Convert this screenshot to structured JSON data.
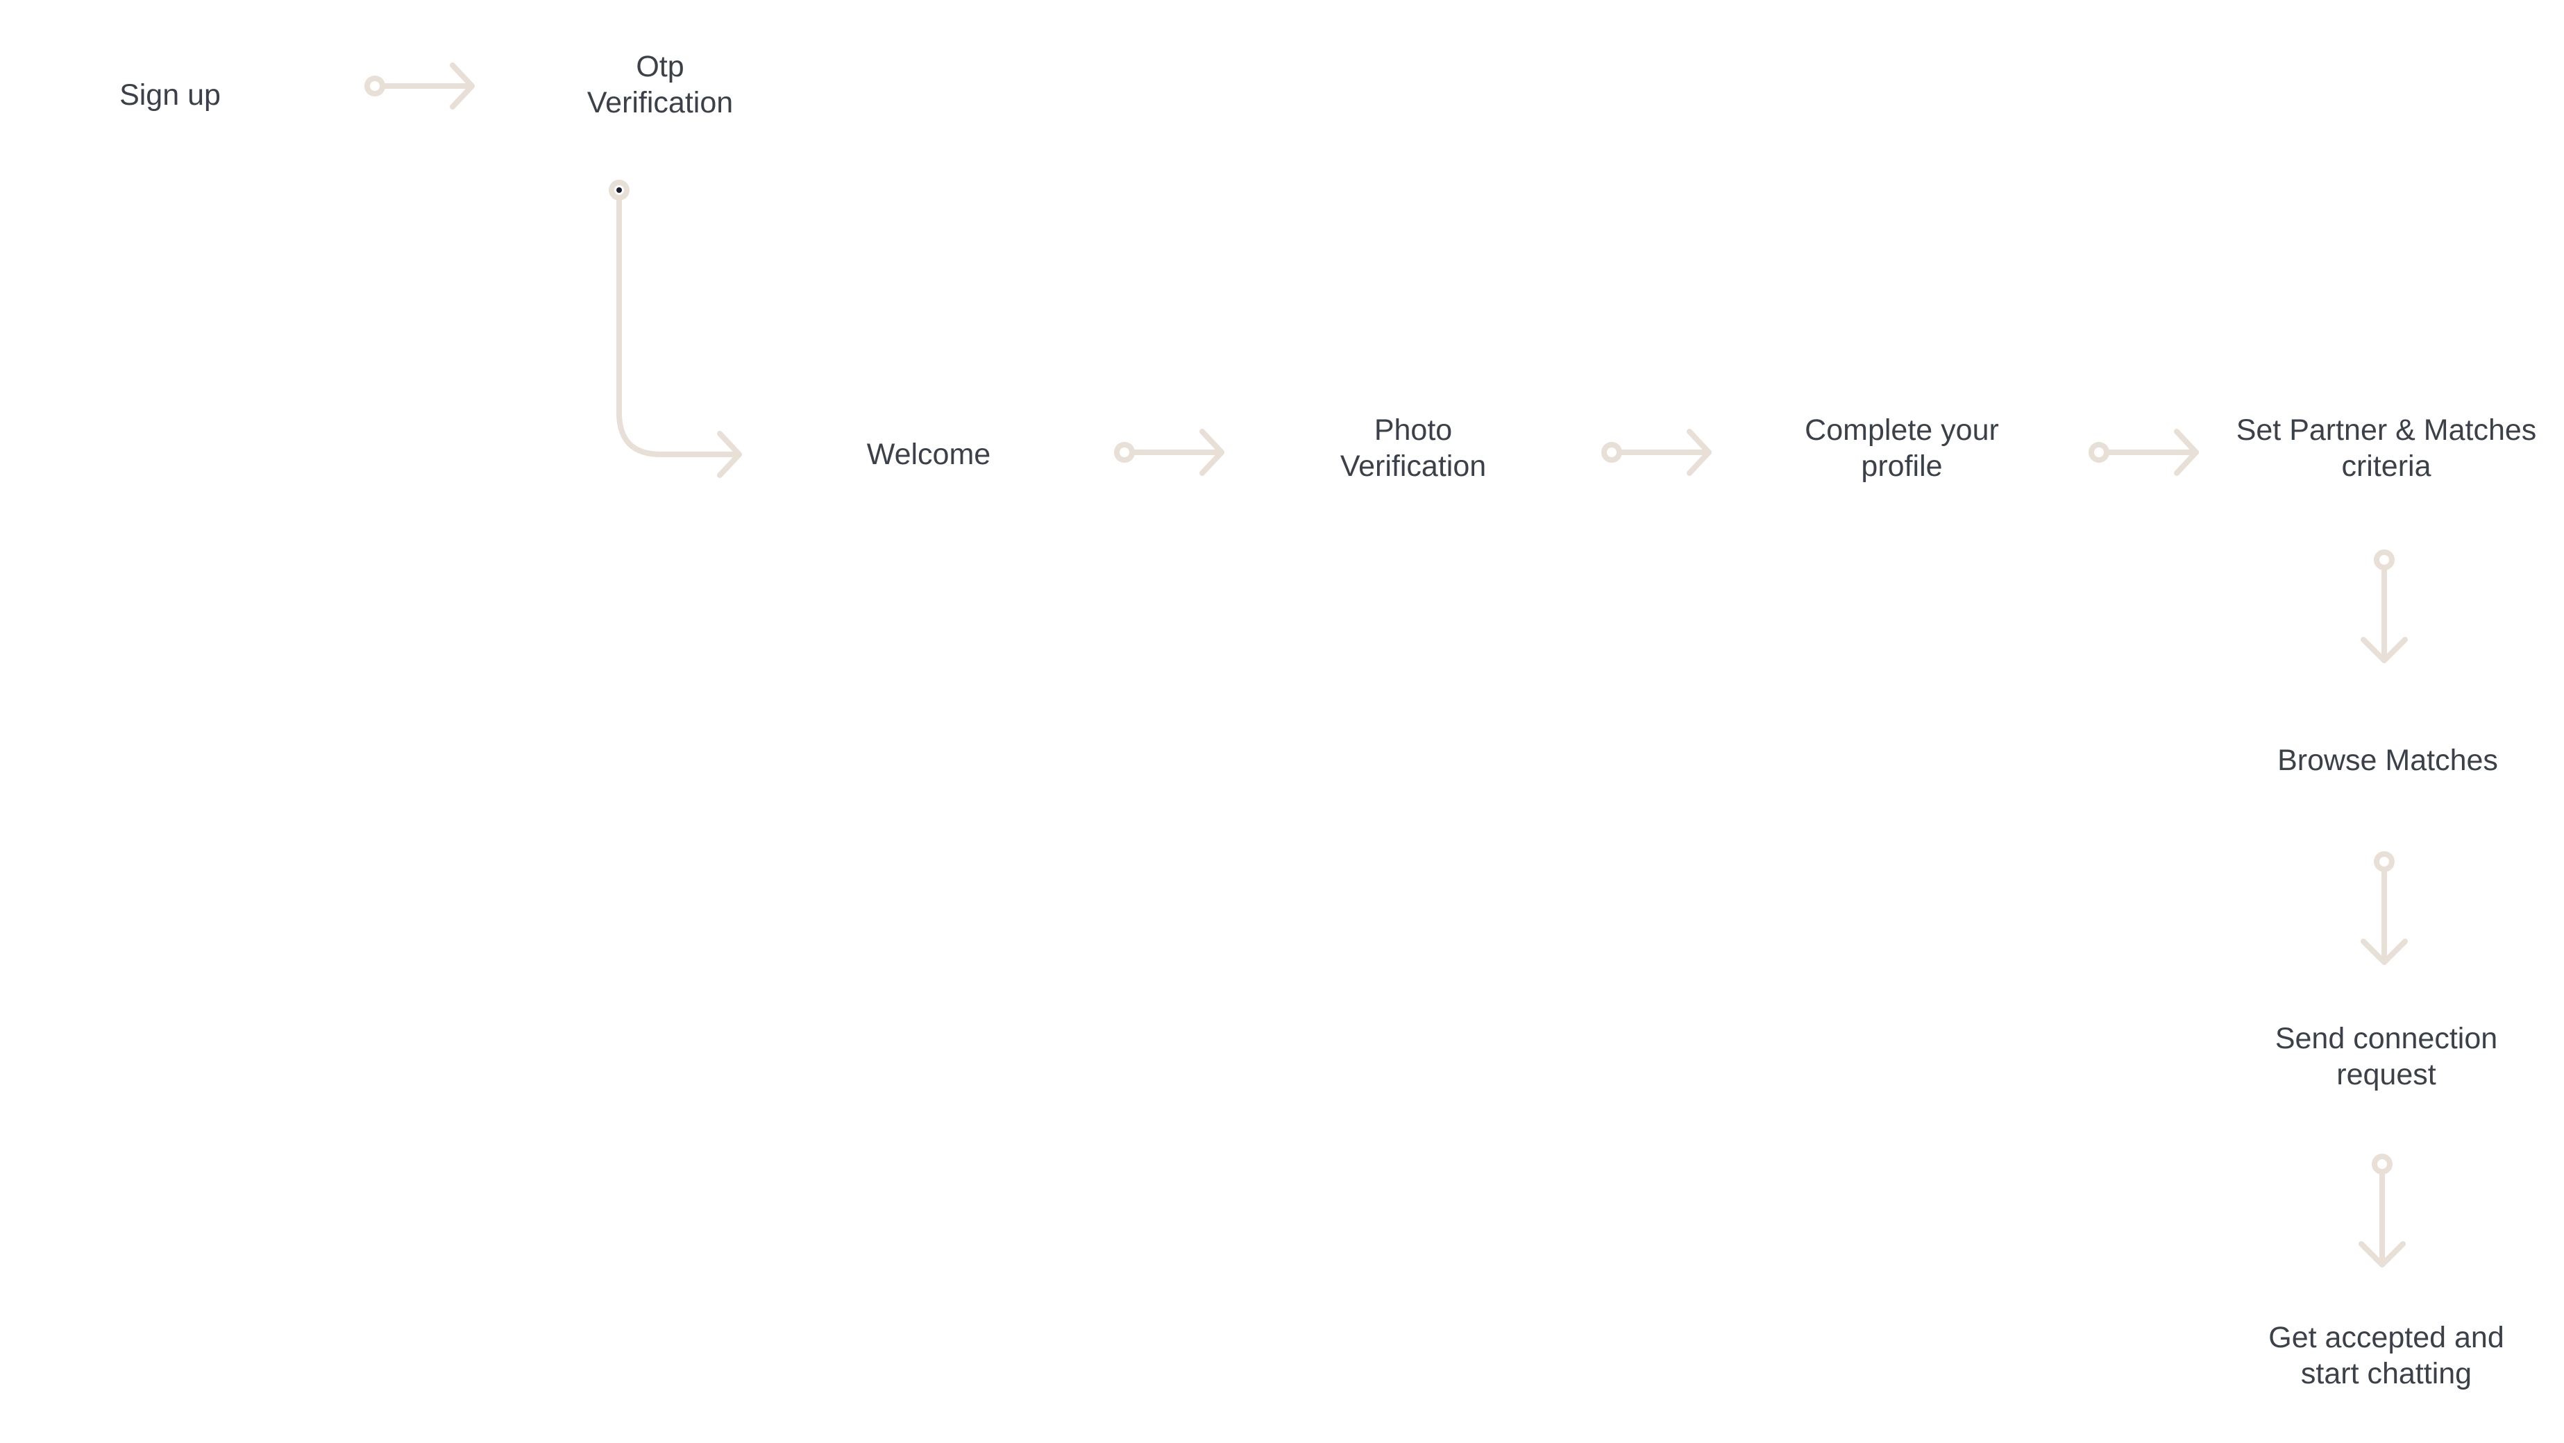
{
  "colors": {
    "connector": "#e8dfd6",
    "text": "#3b4049",
    "start_dot": "#1c1f2e"
  },
  "steps": {
    "sign_up": {
      "line1": "Sign up"
    },
    "otp_verification": {
      "line1": "Otp",
      "line2": "Verification"
    },
    "welcome": {
      "line1": "Welcome"
    },
    "photo_verification": {
      "line1": "Photo",
      "line2": "Verification"
    },
    "complete_profile": {
      "line1": "Complete your",
      "line2": "profile"
    },
    "set_criteria": {
      "line1": "Set Partner & Matches",
      "line2": "criteria"
    },
    "browse_matches": {
      "line1": "Browse Matches"
    },
    "send_request": {
      "line1": "Send connection",
      "line2": "request"
    },
    "start_chatting": {
      "line1": "Get accepted and",
      "line2": "start chatting"
    }
  }
}
